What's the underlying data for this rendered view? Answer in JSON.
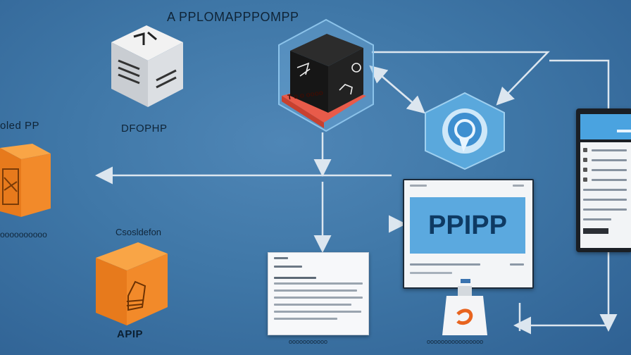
{
  "title": "A   PPLOMAPPPOMPP",
  "labels": {
    "cube_label": "DFOPHP",
    "left_top_label": "oled PP",
    "left_mid_label": "oooooooooo",
    "center_left_label": "Csosldefon",
    "orange_box_label": "APIP",
    "stand_caption": "oooooooooooooooo",
    "doc_caption": "ooooooooooo"
  },
  "browser": {
    "brand_text": "PPIPP"
  },
  "box_badge": {
    "text": "T o o oooo"
  },
  "colors": {
    "background": "#3f77a7",
    "accent_orange": "#f28a2a",
    "accent_blue": "#5ba9df",
    "accent_red": "#e85b4a",
    "arrow": "#dce6ef"
  }
}
